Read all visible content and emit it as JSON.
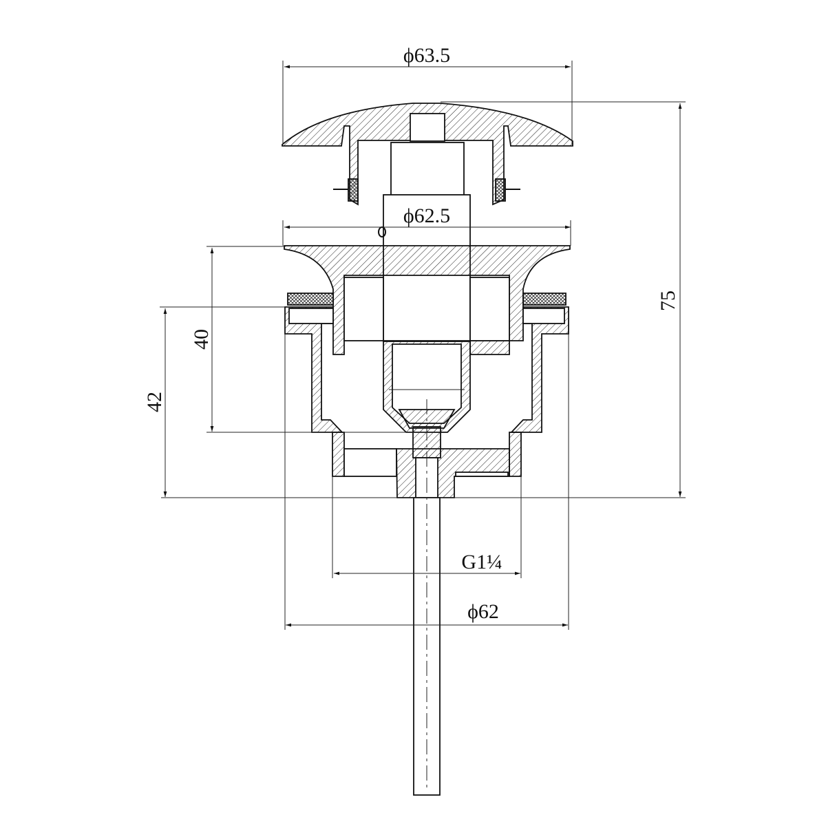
{
  "drawing": {
    "title": "Pop-up drain valve section",
    "dimensions": {
      "cap_diameter": "ϕ63.5",
      "flange_diameter": "ϕ62.5",
      "total_height": "75",
      "flange_to_seat": "40",
      "body_height": "42",
      "thread": "G1¼",
      "body_diameter": "ϕ62"
    }
  }
}
